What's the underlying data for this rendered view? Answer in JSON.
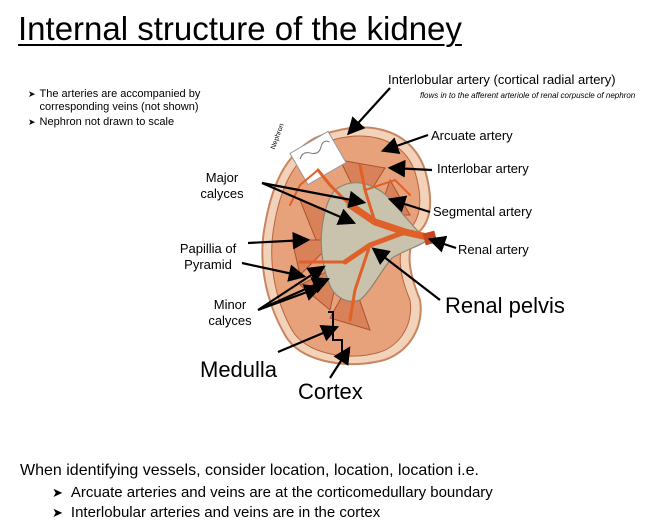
{
  "title": "Internal structure of the kidney",
  "notes": [
    "The arteries are accompanied by corresponding veins (not shown)",
    "Nephron not drawn to scale"
  ],
  "labels": {
    "interlobular_artery": "Interlobular artery (cortical radial artery)",
    "interlobular_sub": "flows in to the afferent arteriole of renal corpuscle of nephron",
    "arcuate_artery": "Arcuate artery",
    "interlobar_artery": "Interlobar artery",
    "segmental_artery": "Segmental artery",
    "renal_artery": "Renal artery",
    "renal_pelvis": "Renal pelvis",
    "major_calyces": "Major calyces",
    "papilla": "Papillia of Pyramid",
    "minor_calyces": "Minor calyces",
    "medulla": "Medulla",
    "cortex": "Cortex",
    "nephron": "Nephron"
  },
  "bottom": {
    "heading": "When identifying vessels, consider location, location, location i.e.",
    "bullets": [
      "Arcuate arteries and veins are at the corticomedullary boundary",
      "Interlobular arteries and veins are in the cortex"
    ]
  },
  "colors": {
    "cortex": "#e7a27c",
    "medulla": "#d98159",
    "artery": "#e0602a",
    "pelvis": "#c9c2ad",
    "capsule": "#f2d2b8"
  }
}
